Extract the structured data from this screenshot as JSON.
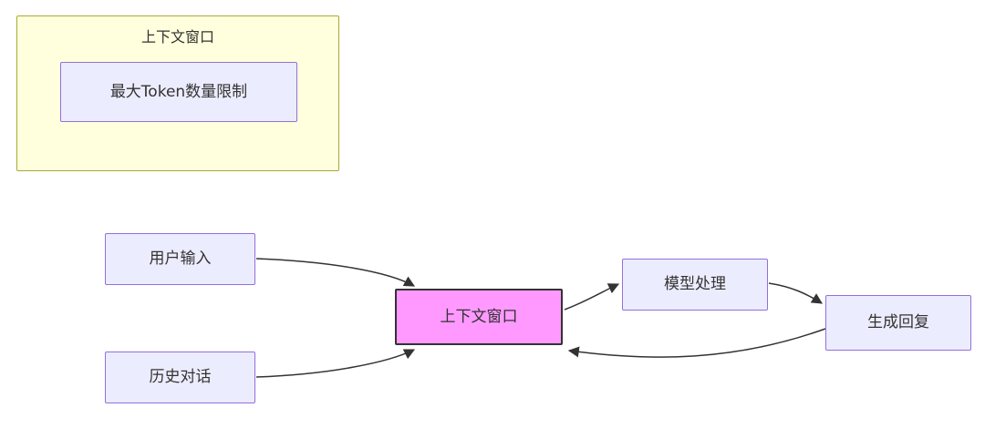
{
  "diagram": {
    "subgraph": {
      "title": "上下文窗口",
      "node_label": "最大Token数量限制"
    },
    "nodes": [
      {
        "id": "user-input",
        "label": "用户输入"
      },
      {
        "id": "history-dialogue",
        "label": "历史对话"
      },
      {
        "id": "context-window",
        "label": "上下文窗口",
        "highlighted": true
      },
      {
        "id": "model-processing",
        "label": "模型处理"
      },
      {
        "id": "generate-reply",
        "label": "生成回复"
      }
    ],
    "edges": [
      {
        "from": "用户输入",
        "to": "上下文窗口"
      },
      {
        "from": "历史对话",
        "to": "上下文窗口"
      },
      {
        "from": "上下文窗口",
        "to": "模型处理"
      },
      {
        "from": "模型处理",
        "to": "生成回复"
      },
      {
        "from": "生成回复",
        "to": "上下文窗口"
      }
    ],
    "colors": {
      "subgraph_fill": "#ffffde",
      "subgraph_border": "#aaaa33",
      "node_fill": "#ececff",
      "node_border": "#9370db",
      "highlight_fill": "#ff99ff",
      "highlight_border": "#333333",
      "edge_color": "#333333",
      "text_color": "#333333"
    }
  }
}
